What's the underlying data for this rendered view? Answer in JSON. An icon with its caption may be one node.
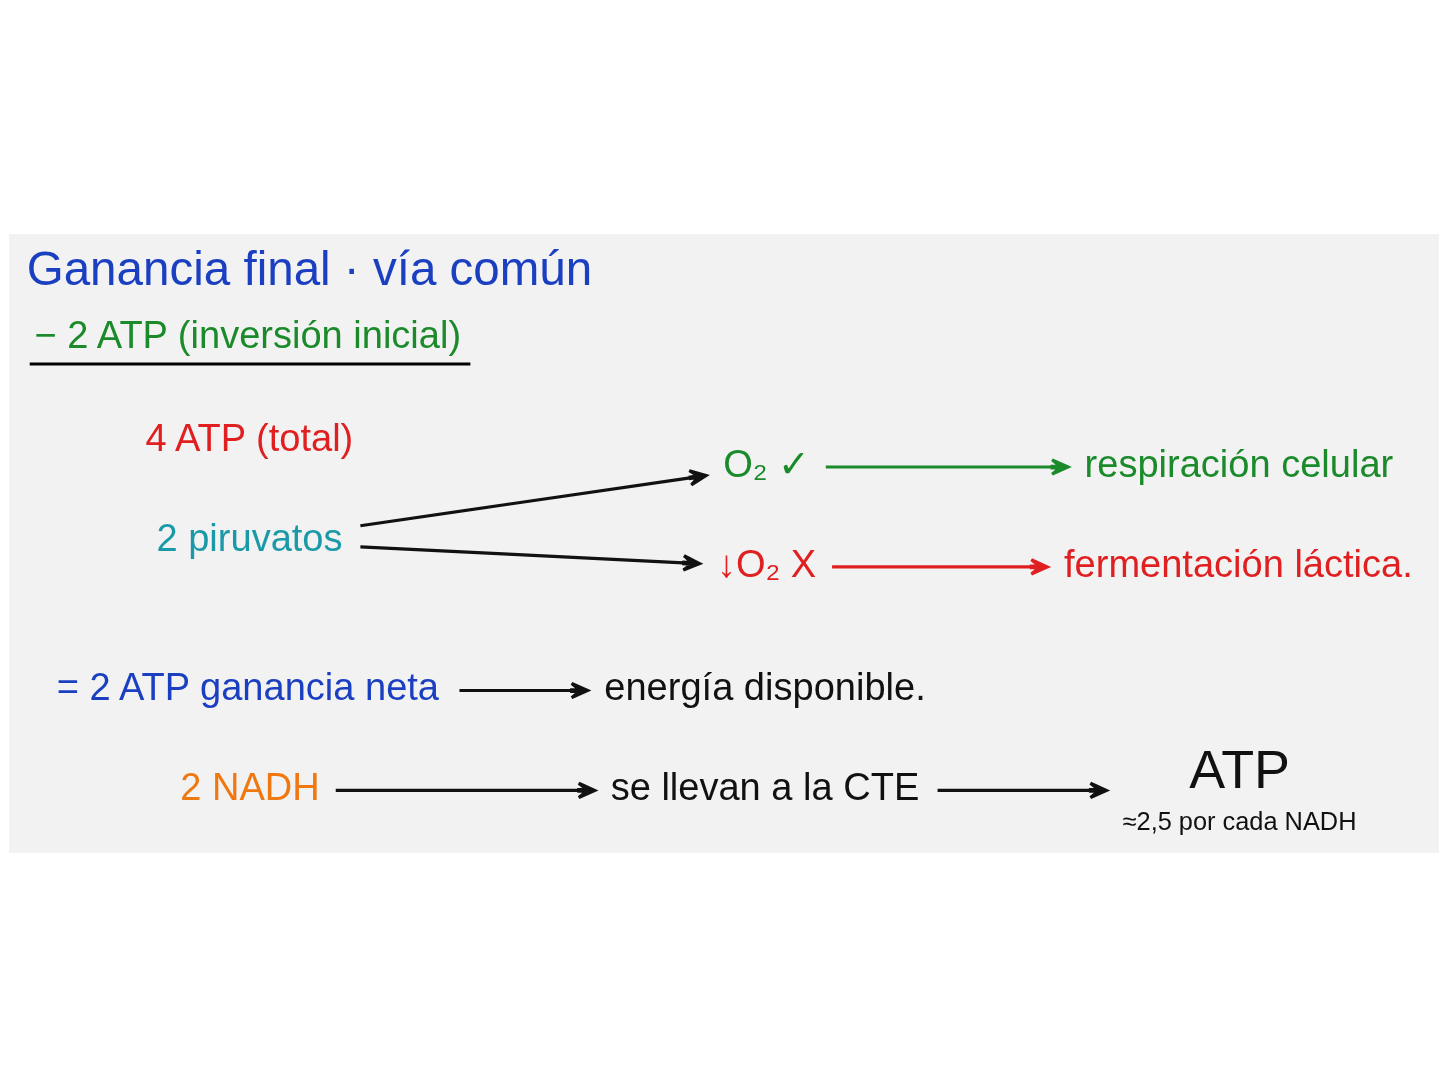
{
  "diagram": {
    "title": "Ganancia final · vía común",
    "nodes": [
      {
        "text": [
          "2 NADH"
        ]
      },
      {
        "text": [
          "se llevan a la CTE"
        ]
      },
      {
        "text": [
          "ATP"
        ],
        "beside": [
          "≈2,5 por cada NADH"
        ]
      },
      {
        "text": [
          "= 2 ATP ganancia neta"
        ]
      },
      {
        "text": [
          "energía disponible."
        ]
      },
      {
        "text": [
          "2 piruvatos"
        ]
      },
      {
        "text": [
          "O₂ ✓"
        ]
      },
      {
        "text": [
          "respiración celular"
        ]
      },
      {
        "text": [
          "↓O₂ X"
        ]
      },
      {
        "text": [
          "fermentación láctica."
        ]
      }
    ],
    "edges": [
      {
        "from": 0,
        "to": 1,
        "arrow": "to"
      },
      {
        "from": 1,
        "to": 2,
        "arrow": "to"
      },
      {
        "from": 3,
        "to": 4,
        "arrow": "to"
      },
      {
        "from": 5,
        "to": 6,
        "arrow": "to"
      },
      {
        "from": 5,
        "to": 8,
        "arrow": "to"
      },
      {
        "from": 6,
        "to": 7,
        "arrow": "to",
        "color": "#1a8a2a"
      },
      {
        "from": 8,
        "to": 9,
        "arrow": "to",
        "color": "#e02020"
      }
    ],
    "labels": [
      "4 ATP (total)",
      "− 2 ATP (inversión inicial)"
    ]
  }
}
